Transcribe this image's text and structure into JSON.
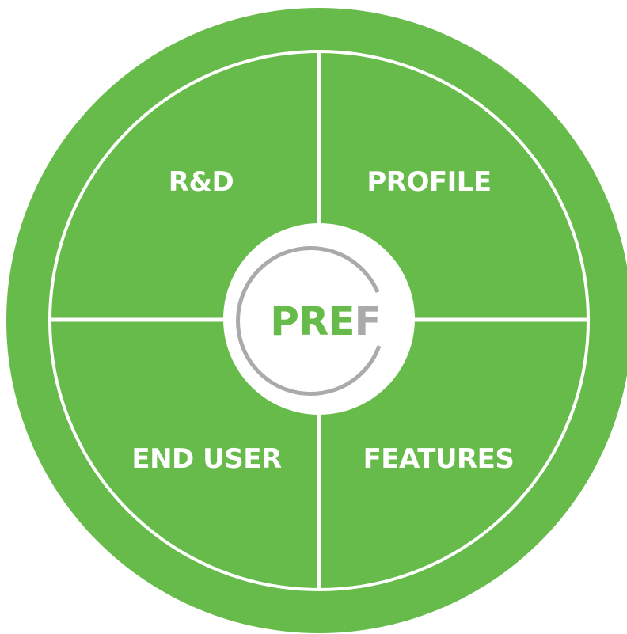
{
  "colors": {
    "green": "#67bb4a",
    "white": "#ffffff",
    "logo_gray": "#a9aaac"
  },
  "quadrants": [
    {
      "id": "top-left",
      "label": "R&D"
    },
    {
      "id": "top-right",
      "label": "PROFILE"
    },
    {
      "id": "bottom-left",
      "label": "END USER"
    },
    {
      "id": "bottom-right",
      "label": "FEATURES"
    }
  ],
  "center_logo": {
    "text_green": "PRE",
    "text_gray": "F"
  }
}
